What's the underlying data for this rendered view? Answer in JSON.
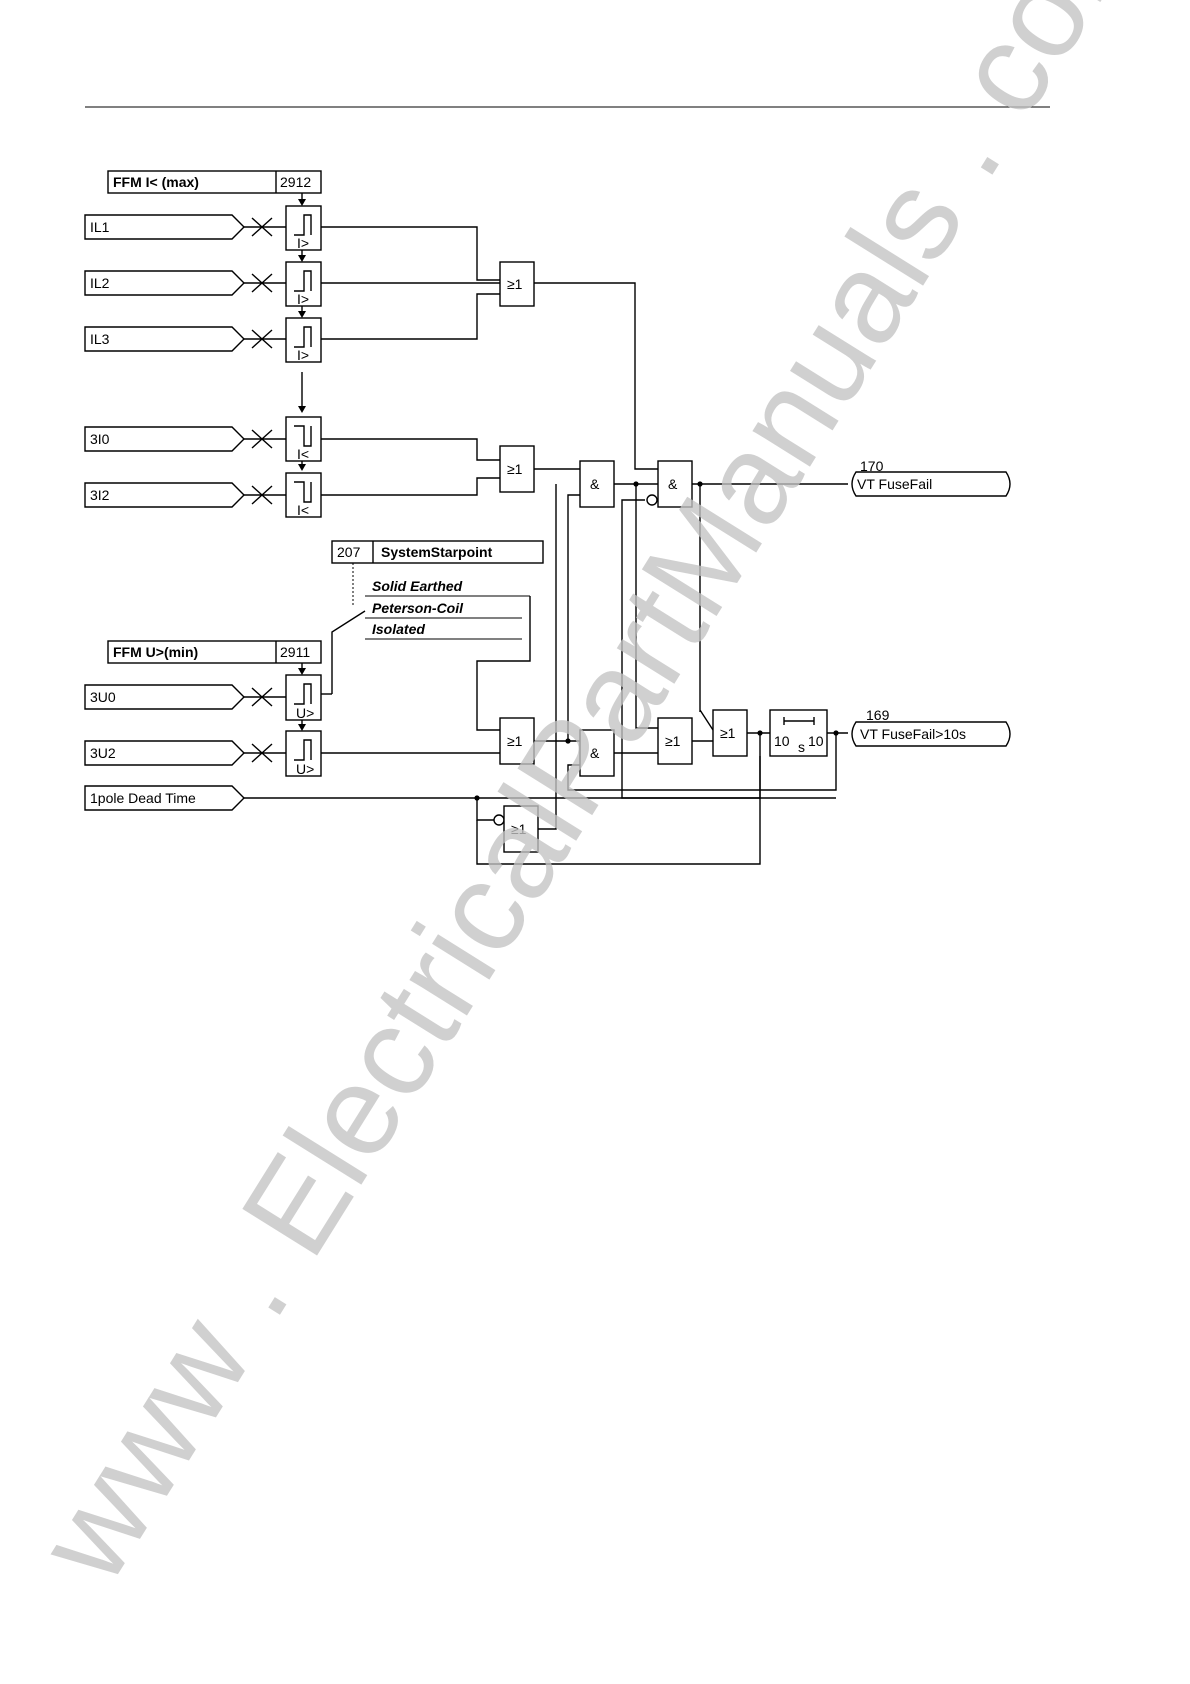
{
  "settings": {
    "i_max": {
      "label": "FFM I< (max)",
      "address": "2912"
    },
    "u_min": {
      "label": "FFM U>(min)",
      "address": "2911"
    },
    "starpoint": {
      "address": "207",
      "label": "SystemStarpoint",
      "options": [
        "Solid Earthed",
        "Peterson-Coil",
        "Isolated"
      ]
    }
  },
  "inputs": {
    "il1": "IL1",
    "il2": "IL2",
    "il3": "IL3",
    "i0": "3I0",
    "i2": "3I2",
    "u0": "3U0",
    "u2": "3U2",
    "dead_time": "1pole Dead Time"
  },
  "comparators": {
    "i_greater": "I>",
    "i_less": "I<",
    "u_greater": "U>"
  },
  "gates": {
    "or": "≥1",
    "and": "&"
  },
  "timer": {
    "left": "10",
    "unit": "s",
    "right": "10"
  },
  "outputs": {
    "fusefail": {
      "number": "170",
      "label": "VT FuseFail"
    },
    "fusefail10s": {
      "number": "169",
      "label": "VT FuseFail>10s"
    }
  },
  "watermark": "www . ElectricalPartManuals . com"
}
